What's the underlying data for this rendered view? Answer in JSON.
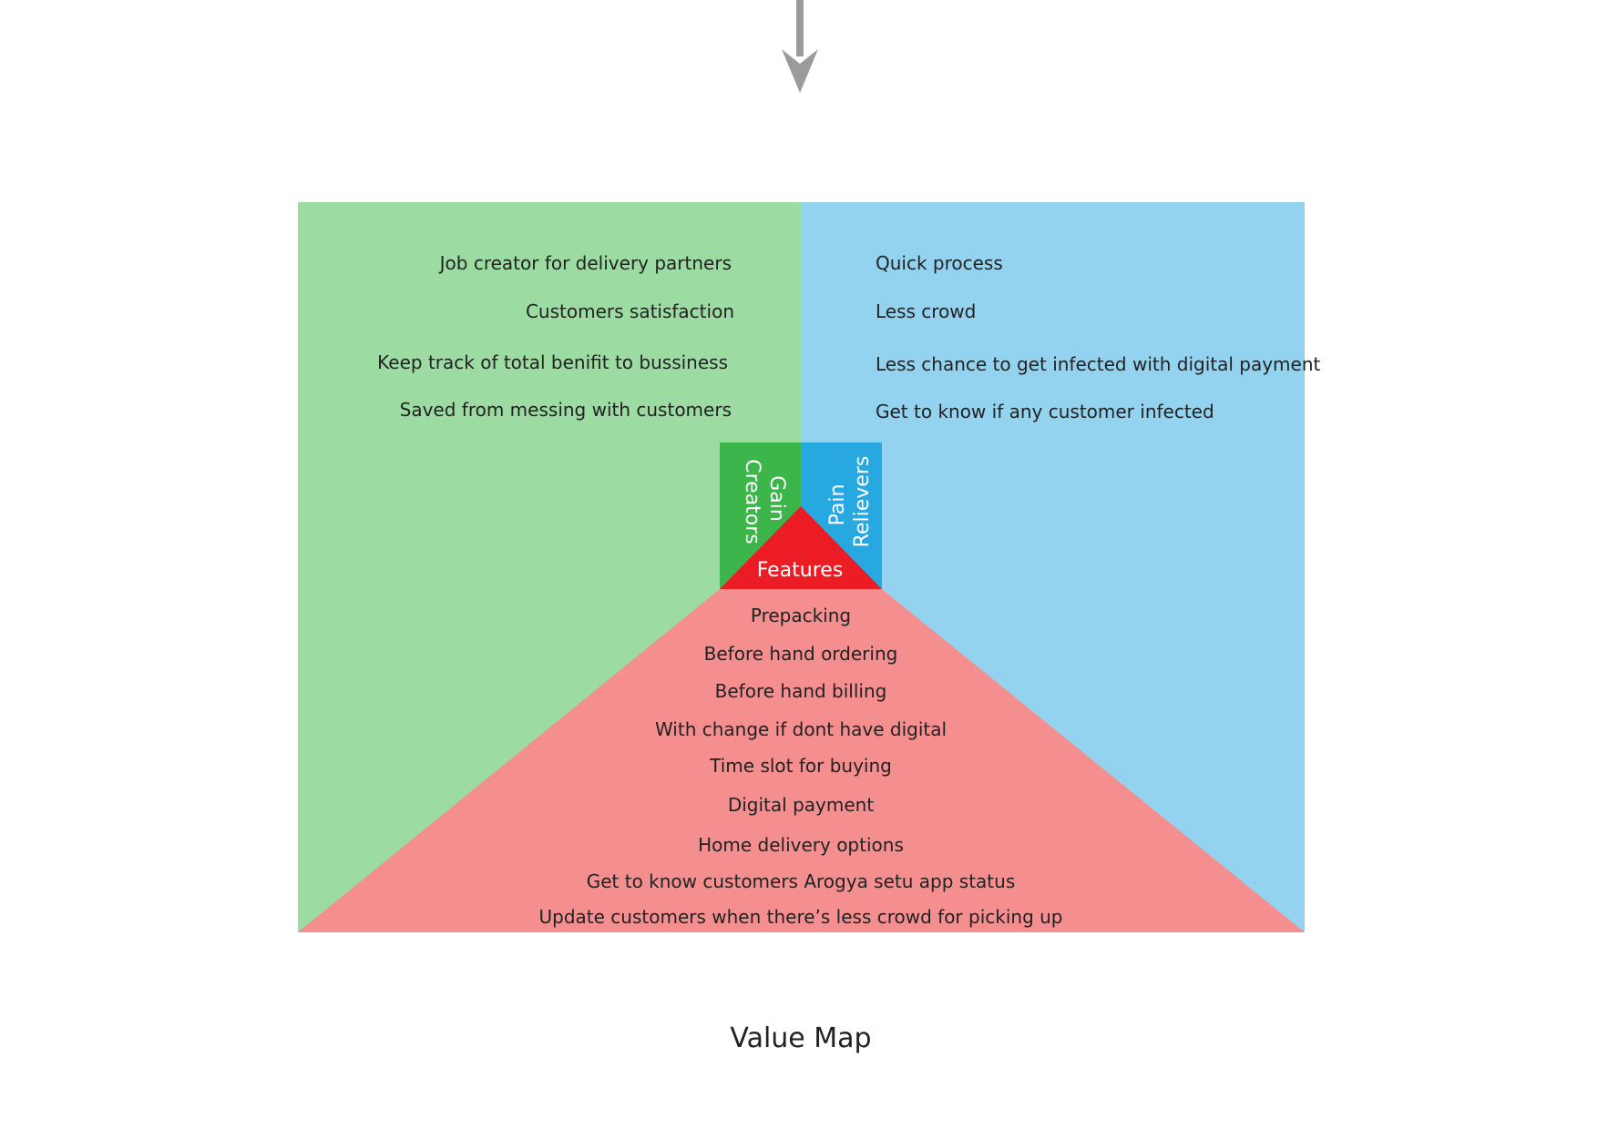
{
  "colors": {
    "gain_light": "#9cdba2",
    "gain_dark": "#3cb54a",
    "pain_light": "#93d3ef",
    "pain_dark": "#27a8e1",
    "features_light": "#f58e8f",
    "features_dark": "#ec1c24",
    "arrow": "#9b9b9b",
    "text": "#222222",
    "badge_text": "#ffffff"
  },
  "gain_creators": {
    "label_line1": "Gain",
    "label_line2": "Creators",
    "items": [
      "Job creator for delivery partners",
      "Customers satisfaction",
      "Keep track of total benifit to bussiness",
      "Saved from messing with customers"
    ]
  },
  "pain_relievers": {
    "label_line1": "Pain",
    "label_line2": "Relievers",
    "items": [
      "Quick process",
      "Less crowd",
      "Less chance to get infected with digital payment",
      "Get to know if any customer infected"
    ]
  },
  "features": {
    "label": "Features",
    "items": [
      "Prepacking",
      "Before hand ordering",
      "Before hand billing",
      "With change if dont have digital",
      "Time slot for buying",
      "Digital payment",
      "Home delivery options",
      "Get to know customers Arogya setu app status",
      "Update customers when there’s less crowd for picking up"
    ]
  },
  "title": "Value Map"
}
